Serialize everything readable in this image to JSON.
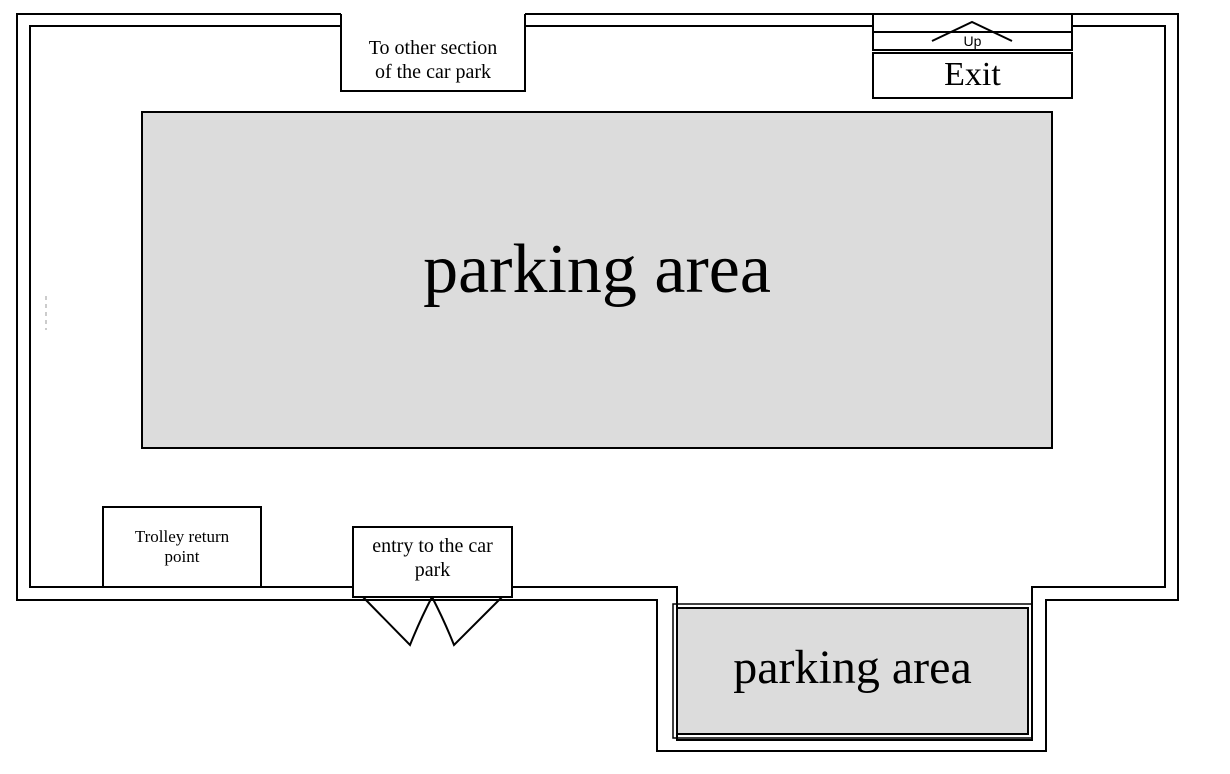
{
  "labels": {
    "other_section": "To other section\nof  the car park",
    "up": "Up",
    "exit": "Exit",
    "main_parking": "parking area",
    "trolley": "Trolley return\npoint",
    "entry": "entry to the car\npark",
    "small_parking": "parking area"
  },
  "colors": {
    "parking_fill": "#dcdcdc",
    "wall": "#000000"
  }
}
